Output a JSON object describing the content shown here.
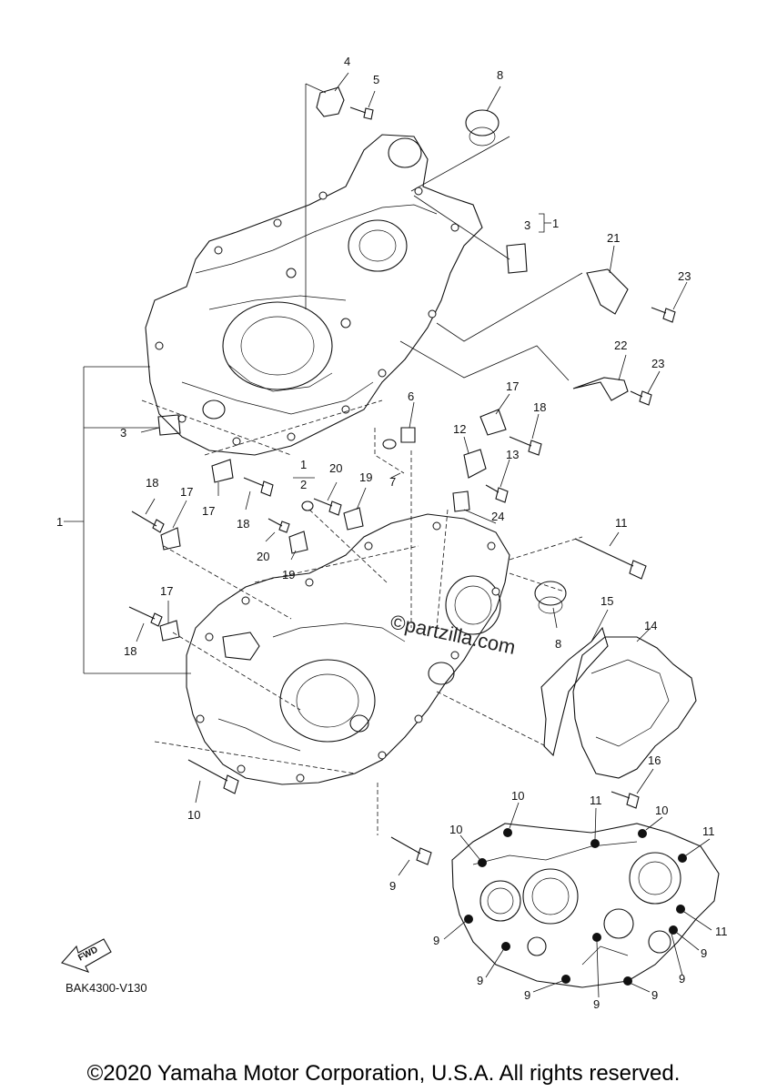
{
  "diagram": {
    "code": "BAK4300-V130",
    "watermark": "©partzilla.com",
    "fwd_label": "FWD",
    "copyright": "©2020 Yamaha Motor Corporation, U.S.A. All rights reserved."
  },
  "callouts": [
    "4",
    "5",
    "8",
    "3",
    "1",
    "21",
    "23",
    "22",
    "23",
    "6",
    "17",
    "18",
    "12",
    "13",
    "7",
    "3",
    "1",
    "1",
    "2",
    "20",
    "19",
    "24",
    "18",
    "17",
    "17",
    "18",
    "20",
    "19",
    "11",
    "17",
    "15",
    "14",
    "8",
    "18",
    "16",
    "10",
    "10",
    "11",
    "10",
    "10",
    "11",
    "9",
    "11",
    "9",
    "9",
    "9",
    "9",
    "9",
    "9",
    "9"
  ]
}
